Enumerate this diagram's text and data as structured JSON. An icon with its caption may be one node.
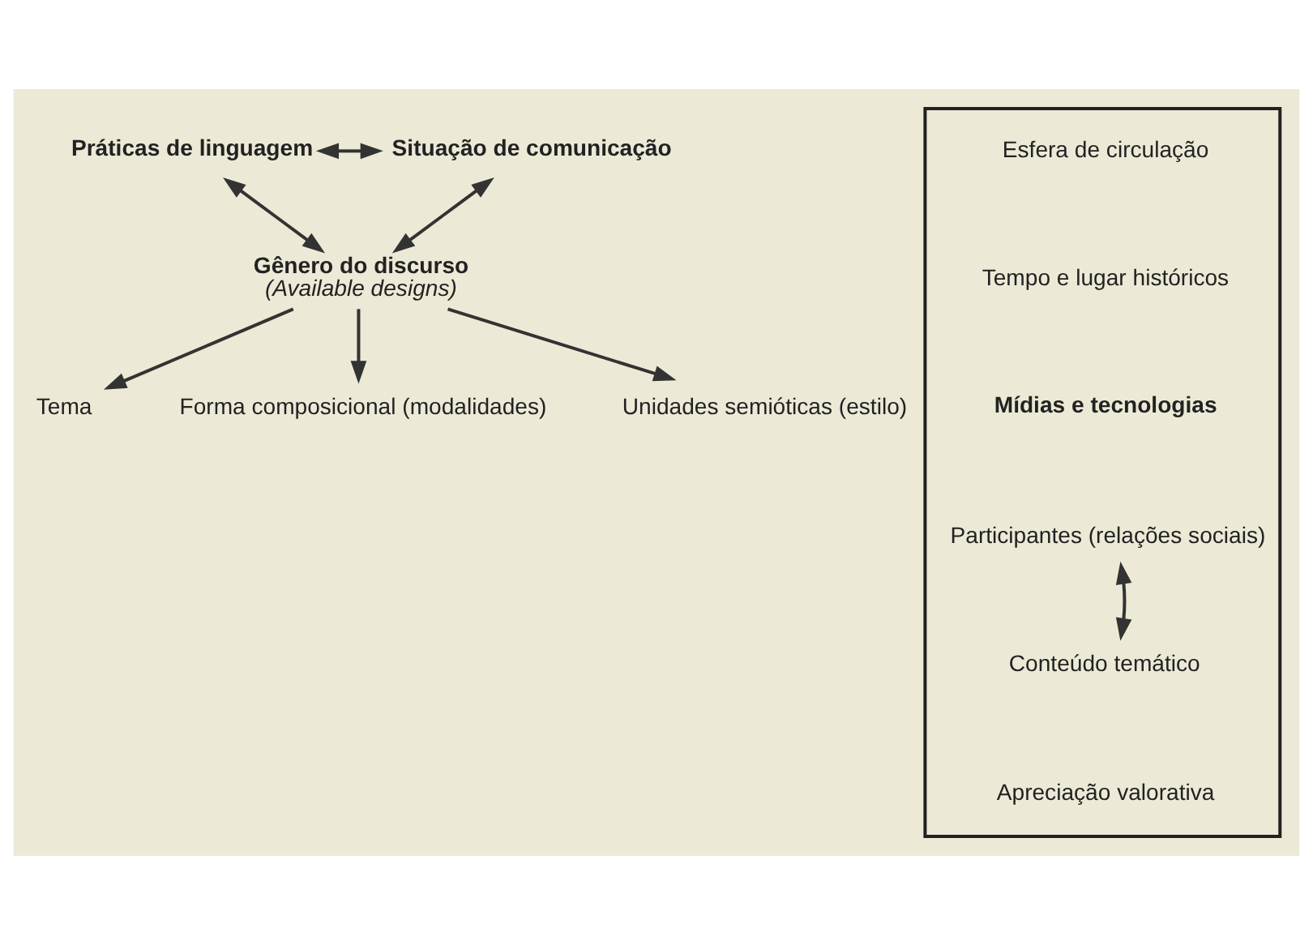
{
  "diagram": {
    "nodes": [
      {
        "text": [
          "Práticas de linguagem"
        ]
      },
      {
        "text": [
          "Situação de comunicação"
        ]
      },
      {
        "text": [],
        "shape": "box"
      },
      {
        "text": [
          "Esfera de circulação"
        ],
        "in": 2
      },
      {
        "text": [
          "Tempo e lugar históricos"
        ],
        "in": 2
      },
      {
        "text": [
          "Mídias e tecnologias"
        ],
        "in": 2
      },
      {
        "text": [
          "Participantes (relações sociais)"
        ],
        "in": 2
      },
      {
        "text": [
          "Conteúdo temático"
        ],
        "in": 2
      },
      {
        "text": [
          "Apreciação valorativa"
        ],
        "in": 2
      },
      {
        "text": [
          "Gênero do discurso",
          "(Available designs)"
        ]
      },
      {
        "text": [
          "Tema"
        ]
      },
      {
        "text": [
          "Forma composicional (modalidades)"
        ]
      },
      {
        "text": [
          "Unidades semióticas (estilo)"
        ]
      }
    ],
    "edges": [
      {
        "from": 0,
        "to": 1,
        "arrow": "both"
      },
      {
        "from": 0,
        "to": 9,
        "arrow": "both"
      },
      {
        "from": 1,
        "to": 9,
        "arrow": "both"
      },
      {
        "from": 6,
        "to": 7,
        "arrow": "both"
      },
      {
        "from": 9,
        "to": 10,
        "arrow": "to"
      },
      {
        "from": 9,
        "to": 11,
        "arrow": "to"
      },
      {
        "from": 9,
        "to": 12,
        "arrow": "to"
      }
    ]
  }
}
